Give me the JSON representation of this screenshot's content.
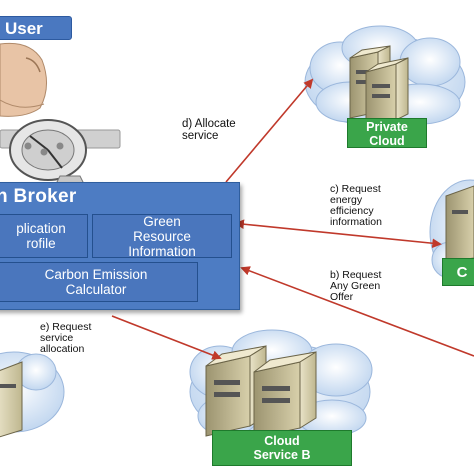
{
  "diagram": {
    "user_label": "User",
    "broker": {
      "title": "n Broker",
      "app_profile": [
        "plication",
        "rofile"
      ],
      "green_resource": [
        "Green",
        "Resource",
        "Information"
      ],
      "carbon_calc": [
        "Carbon Emission",
        "Calculator"
      ]
    },
    "private_cloud": [
      "Private",
      "Cloud"
    ],
    "cloud_b": [
      "Cloud",
      "Service B"
    ],
    "cloud_c": "C",
    "annotations": {
      "d": [
        "d) Allocate",
        "service"
      ],
      "c": [
        "c) Request",
        "energy",
        "efficiency",
        "information"
      ],
      "b": [
        "b) Request",
        "Any Green",
        "Offer"
      ],
      "e": [
        "e) Request",
        "service",
        "allocation"
      ]
    },
    "colors": {
      "broker_blue": "#4d7cc3",
      "label_green": "#3aa54a",
      "arrow_red": "#c0392b",
      "cloud_blue": "#cfe0f3"
    }
  }
}
